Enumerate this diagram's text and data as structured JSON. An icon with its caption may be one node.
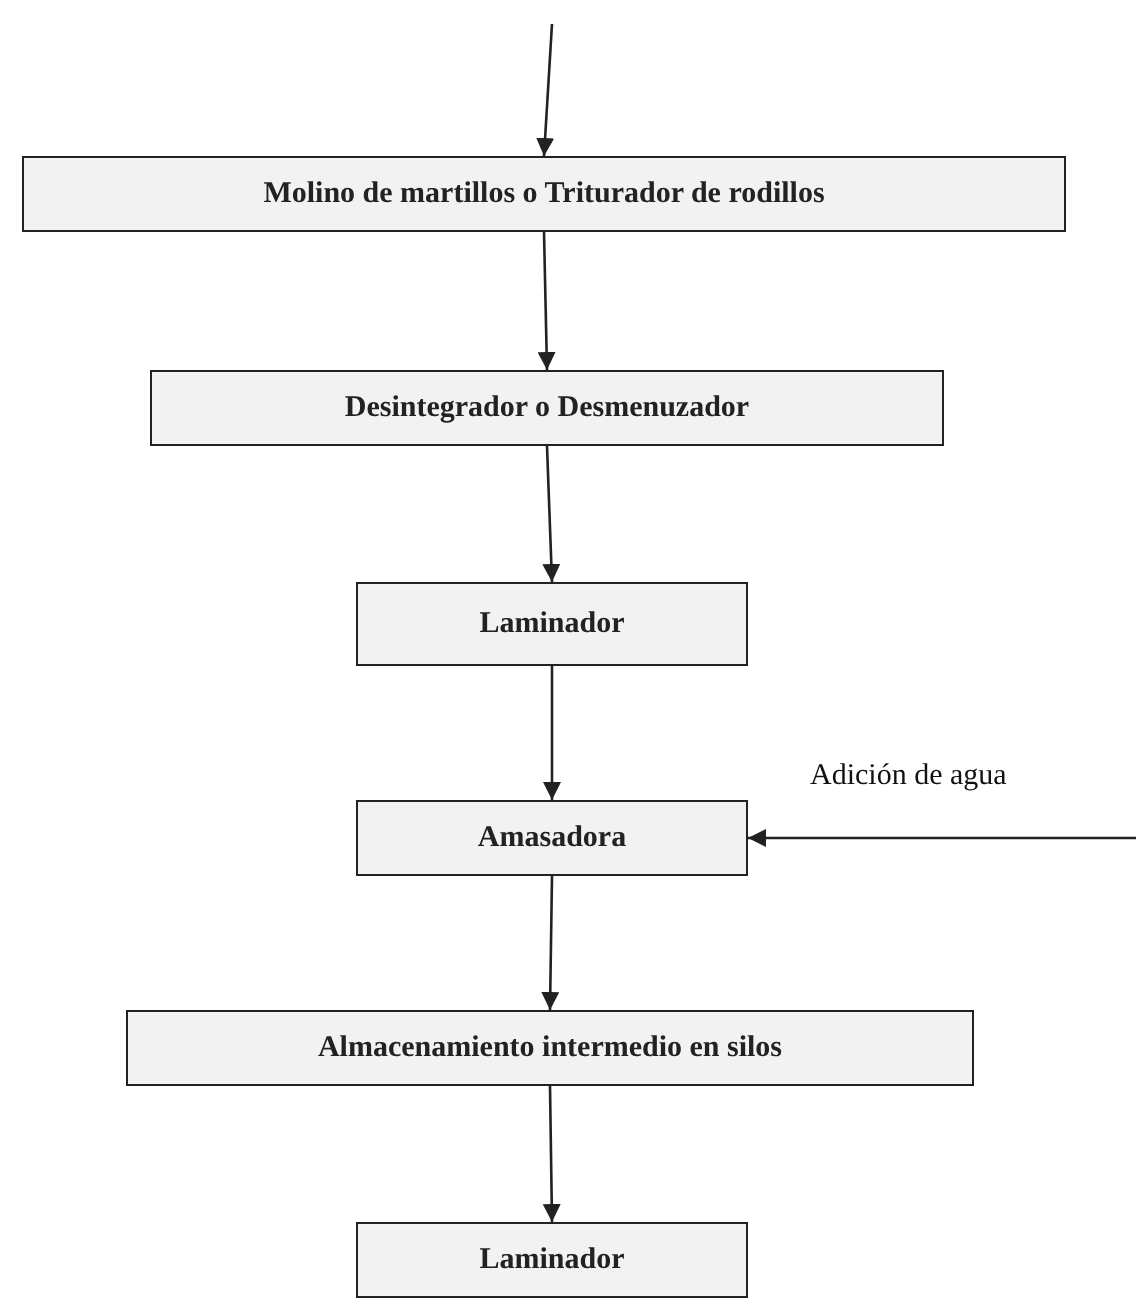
{
  "diagram": {
    "nodes": [
      {
        "text": [
          "Molino de martillos o Triturador de rodillos"
        ]
      },
      {
        "text": [
          "Desintegrador o Desmenuzador"
        ]
      },
      {
        "text": [
          "Laminador"
        ]
      },
      {
        "text": [
          "Amasadora"
        ]
      },
      {
        "text": [
          "Almacenamiento intermedio en silos"
        ]
      },
      {
        "text": [
          "Laminador"
        ]
      }
    ],
    "edges": [
      {
        "from": null,
        "to": 0,
        "arrow": "to"
      },
      {
        "from": 0,
        "to": 1,
        "arrow": "to"
      },
      {
        "from": 1,
        "to": 2,
        "arrow": "to"
      },
      {
        "from": 2,
        "to": 3,
        "arrow": "to"
      },
      {
        "from": null,
        "to": 3,
        "arrow": "to",
        "label": "Adición de agua"
      },
      {
        "from": 3,
        "to": 4,
        "arrow": "to"
      },
      {
        "from": 4,
        "to": 5,
        "arrow": "to"
      }
    ]
  }
}
